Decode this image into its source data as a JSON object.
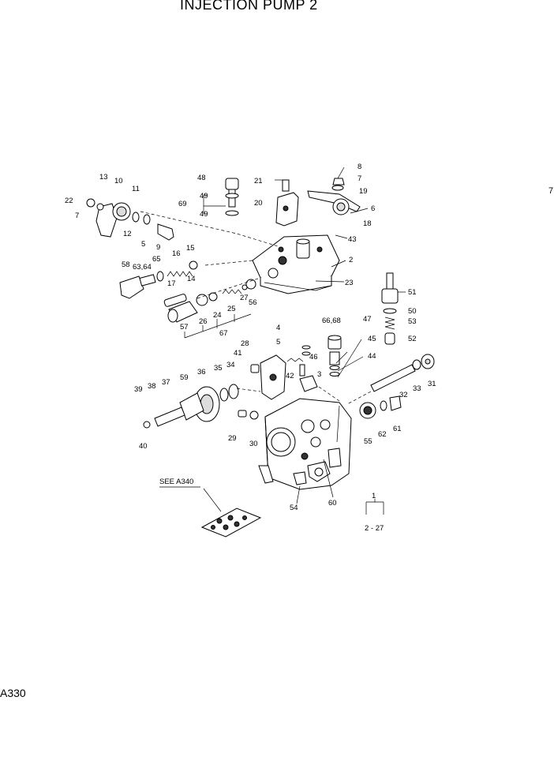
{
  "title": "INJECTION PUMP 2",
  "page_code": "A330",
  "edge_number": "7",
  "see_ref": "SEE A340",
  "range_label": "2 - 27",
  "callouts": {
    "c1": "1",
    "c2": "2",
    "c3": "3",
    "c4": "4",
    "c5a": "5",
    "c5b": "5",
    "c6": "6",
    "c7a": "7",
    "c7b": "7",
    "c8": "8",
    "c9": "9",
    "c10": "10",
    "c11": "11",
    "c12": "12",
    "c13": "13",
    "c14": "14",
    "c15": "15",
    "c16": "16",
    "c17": "17",
    "c18": "18",
    "c19": "19",
    "c20": "20",
    "c21": "21",
    "c22": "22",
    "c23": "23",
    "c24": "24",
    "c25": "25",
    "c26": "26",
    "c27": "27",
    "c28": "28",
    "c29": "29",
    "c30": "30",
    "c31": "31",
    "c32": "32",
    "c33": "33",
    "c34": "34",
    "c35": "35",
    "c36": "36",
    "c37": "37",
    "c38": "38",
    "c39": "39",
    "c40": "40",
    "c41": "41",
    "c42": "42",
    "c43": "43",
    "c44": "44",
    "c45": "45",
    "c46": "46",
    "c47": "47",
    "c48": "48",
    "c49a": "49",
    "c49b": "49",
    "c50": "50",
    "c51": "51",
    "c52": "52",
    "c53": "53",
    "c54": "54",
    "c55": "55",
    "c56": "56",
    "c57": "57",
    "c58": "58",
    "c59": "59",
    "c60": "60",
    "c61": "61",
    "c62": "62",
    "c6364": "63,64",
    "c65": "65",
    "c6668": "66,68",
    "c67": "67",
    "c69": "69"
  }
}
